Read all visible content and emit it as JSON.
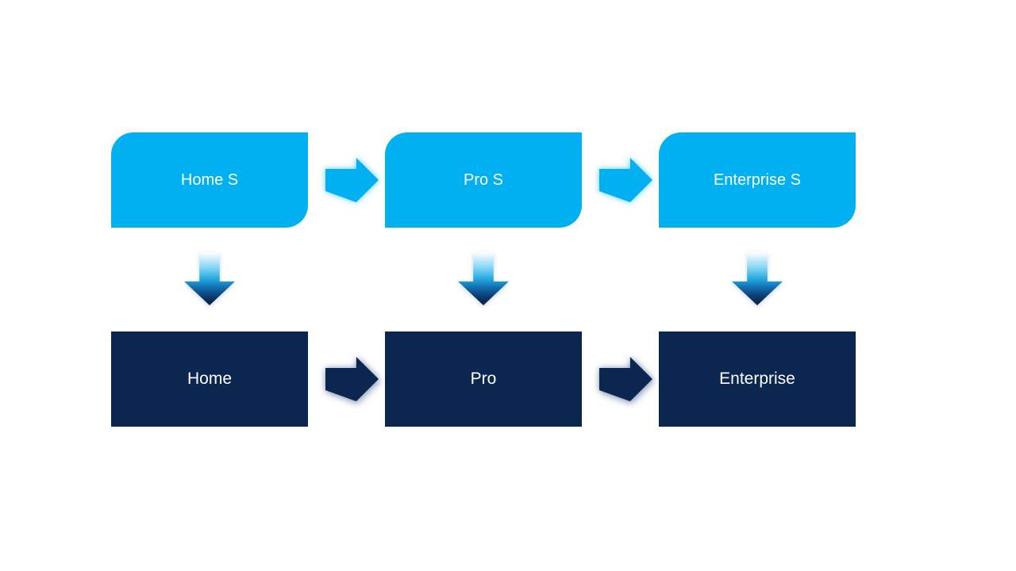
{
  "colors": {
    "light_blue": "#00B0F0",
    "dark_navy": "#0B2750"
  },
  "icons": {
    "right_arrow": "right-arrow-icon",
    "down_arrow": "down-arrow-icon"
  },
  "diagram": {
    "top_row": {
      "items": [
        {
          "label": "Home S"
        },
        {
          "label": "Pro S"
        },
        {
          "label": "Enterprise S"
        }
      ]
    },
    "bottom_row": {
      "items": [
        {
          "label": "Home"
        },
        {
          "label": "Pro"
        },
        {
          "label": "Enterprise"
        }
      ]
    }
  }
}
